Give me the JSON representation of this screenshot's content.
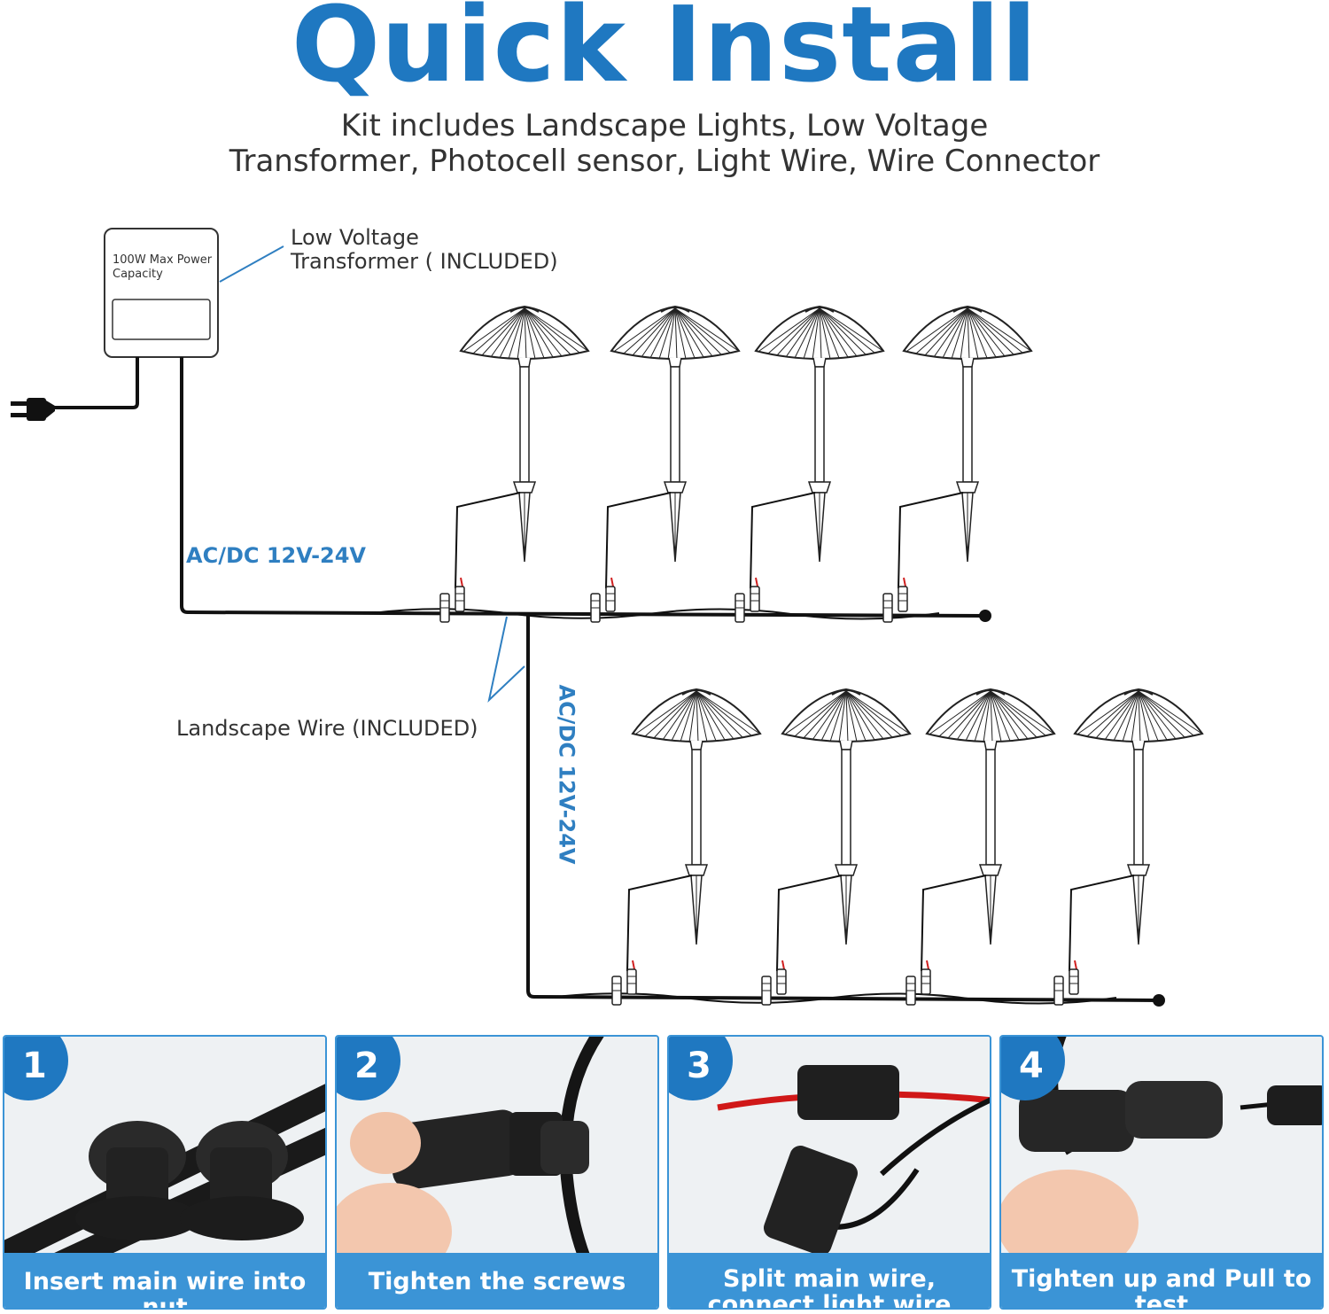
{
  "header": {
    "title": "Quick Install",
    "subtitle_line1": "Kit includes Landscape Lights, Low Voltage",
    "subtitle_line2": "Transformer, Photocell sensor, Light Wire, Wire Connector"
  },
  "diagram": {
    "transformer_label": "100W Max Power Capacity",
    "transformer_callout_line1": "Low Voltage",
    "transformer_callout_line2": "Transformer ( INCLUDED)",
    "voltage_horizontal": "AC/DC 12V-24V",
    "voltage_vertical": "AC/DC 12V-24V",
    "wire_callout": "Landscape Wire (INCLUDED)",
    "accent_color": "#1f78c1"
  },
  "steps": [
    {
      "number": "1",
      "caption": "Insert main wire into nut"
    },
    {
      "number": "2",
      "caption": "Tighten the screws"
    },
    {
      "number": "3",
      "caption": "Split main wire, connect light wire"
    },
    {
      "number": "4",
      "caption": "Tighten up and Pull to test"
    }
  ]
}
